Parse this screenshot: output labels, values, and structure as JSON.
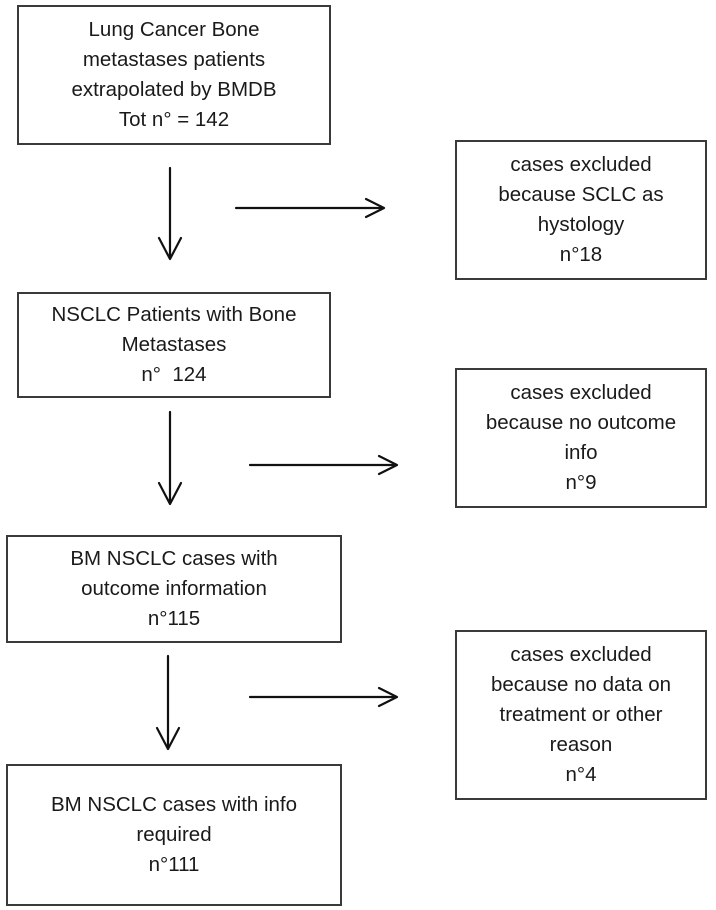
{
  "flow": {
    "step1": {
      "lines": [
        "Lung Cancer Bone",
        "metastases patients",
        "extrapolated by BMDB",
        "Tot n° = 142"
      ]
    },
    "step2": {
      "lines": [
        "NSCLC Patients with Bone",
        "Metastases",
        "n°  124"
      ]
    },
    "step3": {
      "lines": [
        "BM NSCLC cases with",
        "outcome information",
        "n°115"
      ]
    },
    "step4": {
      "lines": [
        "BM NSCLC cases with info",
        "required",
        "n°111"
      ]
    }
  },
  "exclusions": {
    "ex1": {
      "lines": [
        "cases excluded",
        "because SCLC as",
        "hystology",
        "n°18"
      ]
    },
    "ex2": {
      "lines": [
        "cases excluded",
        "because no outcome",
        "info",
        "n°9"
      ]
    },
    "ex3": {
      "lines": [
        "cases excluded",
        "because no data on",
        "treatment or other",
        "reason",
        "n°4"
      ]
    }
  }
}
